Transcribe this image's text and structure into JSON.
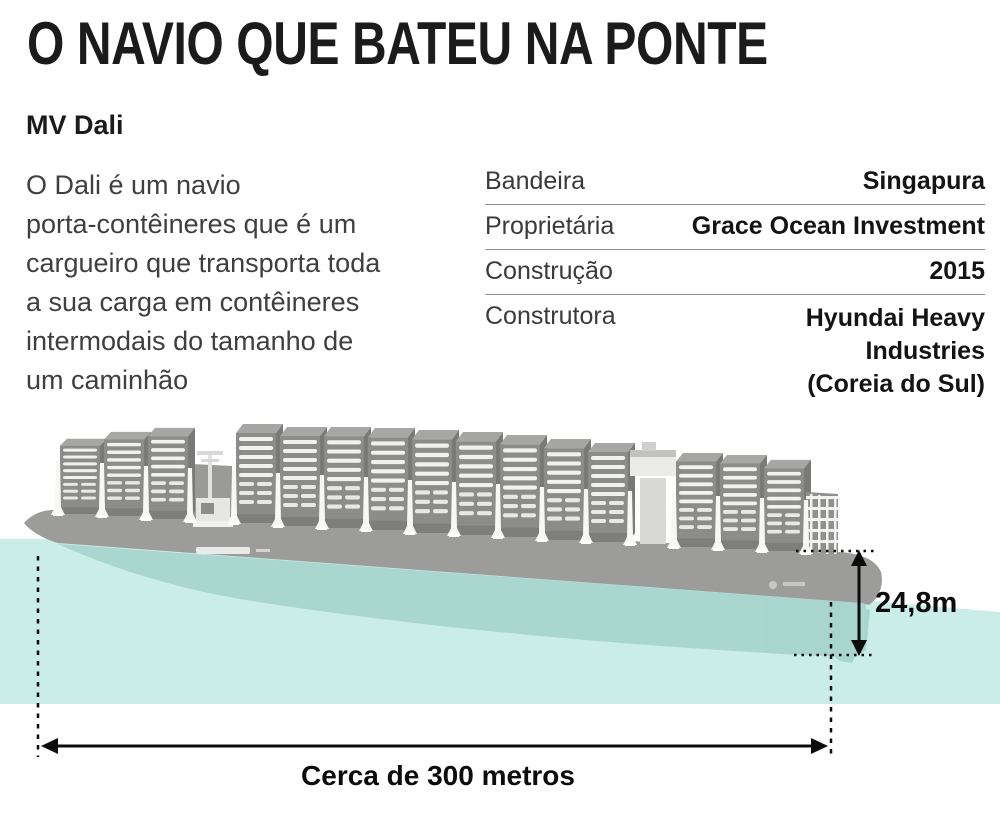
{
  "header": {
    "title": "O NAVIO QUE BATEU NA PONTE",
    "subtitle": "MV Dali",
    "description": "O Dali é um navio\nporta-contêineres que é um\ncargueiro que transporta toda\na sua carga em contêineres\nintermodais do tamanho de\num caminhão"
  },
  "specs": {
    "rows": [
      {
        "label": "Bandeira",
        "value": "Singapura"
      },
      {
        "label": "Proprietária",
        "value": "Grace Ocean Investment"
      },
      {
        "label": "Construção",
        "value": "2015"
      },
      {
        "label": "Construtora",
        "value": "Hyundai Heavy Industries (Coreia do Sul)"
      }
    ]
  },
  "diagram": {
    "height_label": "24,8m",
    "length_label": "Cerca de 300 metros",
    "colors": {
      "water": "#cbede8",
      "underwater": "#8fc2bb",
      "hull": "#9c9c9a",
      "annotation": "#0c0c0c"
    }
  }
}
